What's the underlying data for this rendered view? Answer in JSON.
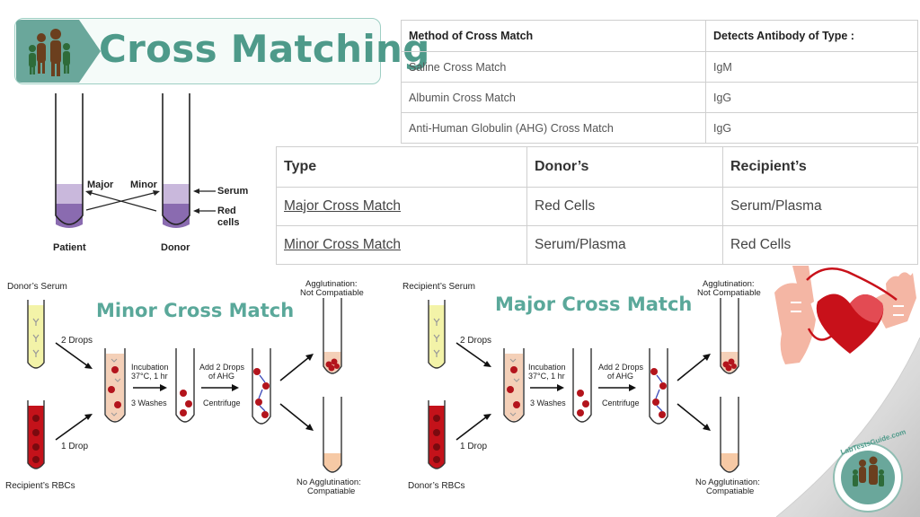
{
  "title": "Cross Matching",
  "method_table": {
    "headers": [
      "Method of Cross Match",
      "Detects Antibody of Type :"
    ],
    "rows": [
      [
        "Saline Cross Match",
        "IgM"
      ],
      [
        "Albumin Cross Match",
        "IgG"
      ],
      [
        "Anti-Human Globulin (AHG) Cross Match",
        "IgG"
      ]
    ]
  },
  "type_table": {
    "headers": [
      "Type",
      "Donor’s",
      "Recipient’s"
    ],
    "rows": [
      [
        "Major Cross Match",
        "Red Cells",
        "Serum/Plasma"
      ],
      [
        "Minor Cross Match",
        "Serum/Plasma",
        "Red Cells"
      ]
    ]
  },
  "tubes_diagram": {
    "major": "Major",
    "minor": "Minor",
    "serum": "Serum",
    "red_cells_1": "Red",
    "red_cells_2": "cells",
    "patient": "Patient",
    "donor": "Donor"
  },
  "minor_panel": {
    "heading": "Minor Cross Match",
    "serum_label": "Donor’s Serum",
    "rbc_label": "Recipient’s RBCs",
    "two_drops": "2 Drops",
    "one_drop": "1 Drop",
    "incubation_1": "Incubation",
    "incubation_2": "37°C, 1 hr",
    "washes": "3 Washes",
    "ahg_1": "Add 2 Drops",
    "ahg_2": "of AHG",
    "centrifuge": "Centrifuge",
    "agg_1": "Agglutination:",
    "agg_2": "Not Compatiable",
    "noagg_1": "No Agglutination:",
    "noagg_2": "Compatiable"
  },
  "major_panel": {
    "heading": "Major Cross Match",
    "serum_label": "Recipient’s Serum",
    "rbc_label": "Donor’s RBCs",
    "two_drops": "2 Drops",
    "one_drop": "1 Drop",
    "incubation_1": "Incubation",
    "incubation_2": "37°C, 1 hr",
    "washes": "3 Washes",
    "ahg_1": "Add 2 Drops",
    "ahg_2": "of AHG",
    "centrifuge": "Centrifuge",
    "agg_1": "Agglutination:",
    "agg_2": "Not Compatiable",
    "noagg_1": "No Agglutination:",
    "noagg_2": "Compatiable"
  },
  "watermark": "LabTestsGuide.com",
  "colors": {
    "accent_green": "#4e9a8a",
    "serum_purple": "#c9b8dc",
    "cells_purple": "#8a6bb0",
    "blood_red": "#c4121a",
    "serum_yellow": "#f3f3a8"
  }
}
